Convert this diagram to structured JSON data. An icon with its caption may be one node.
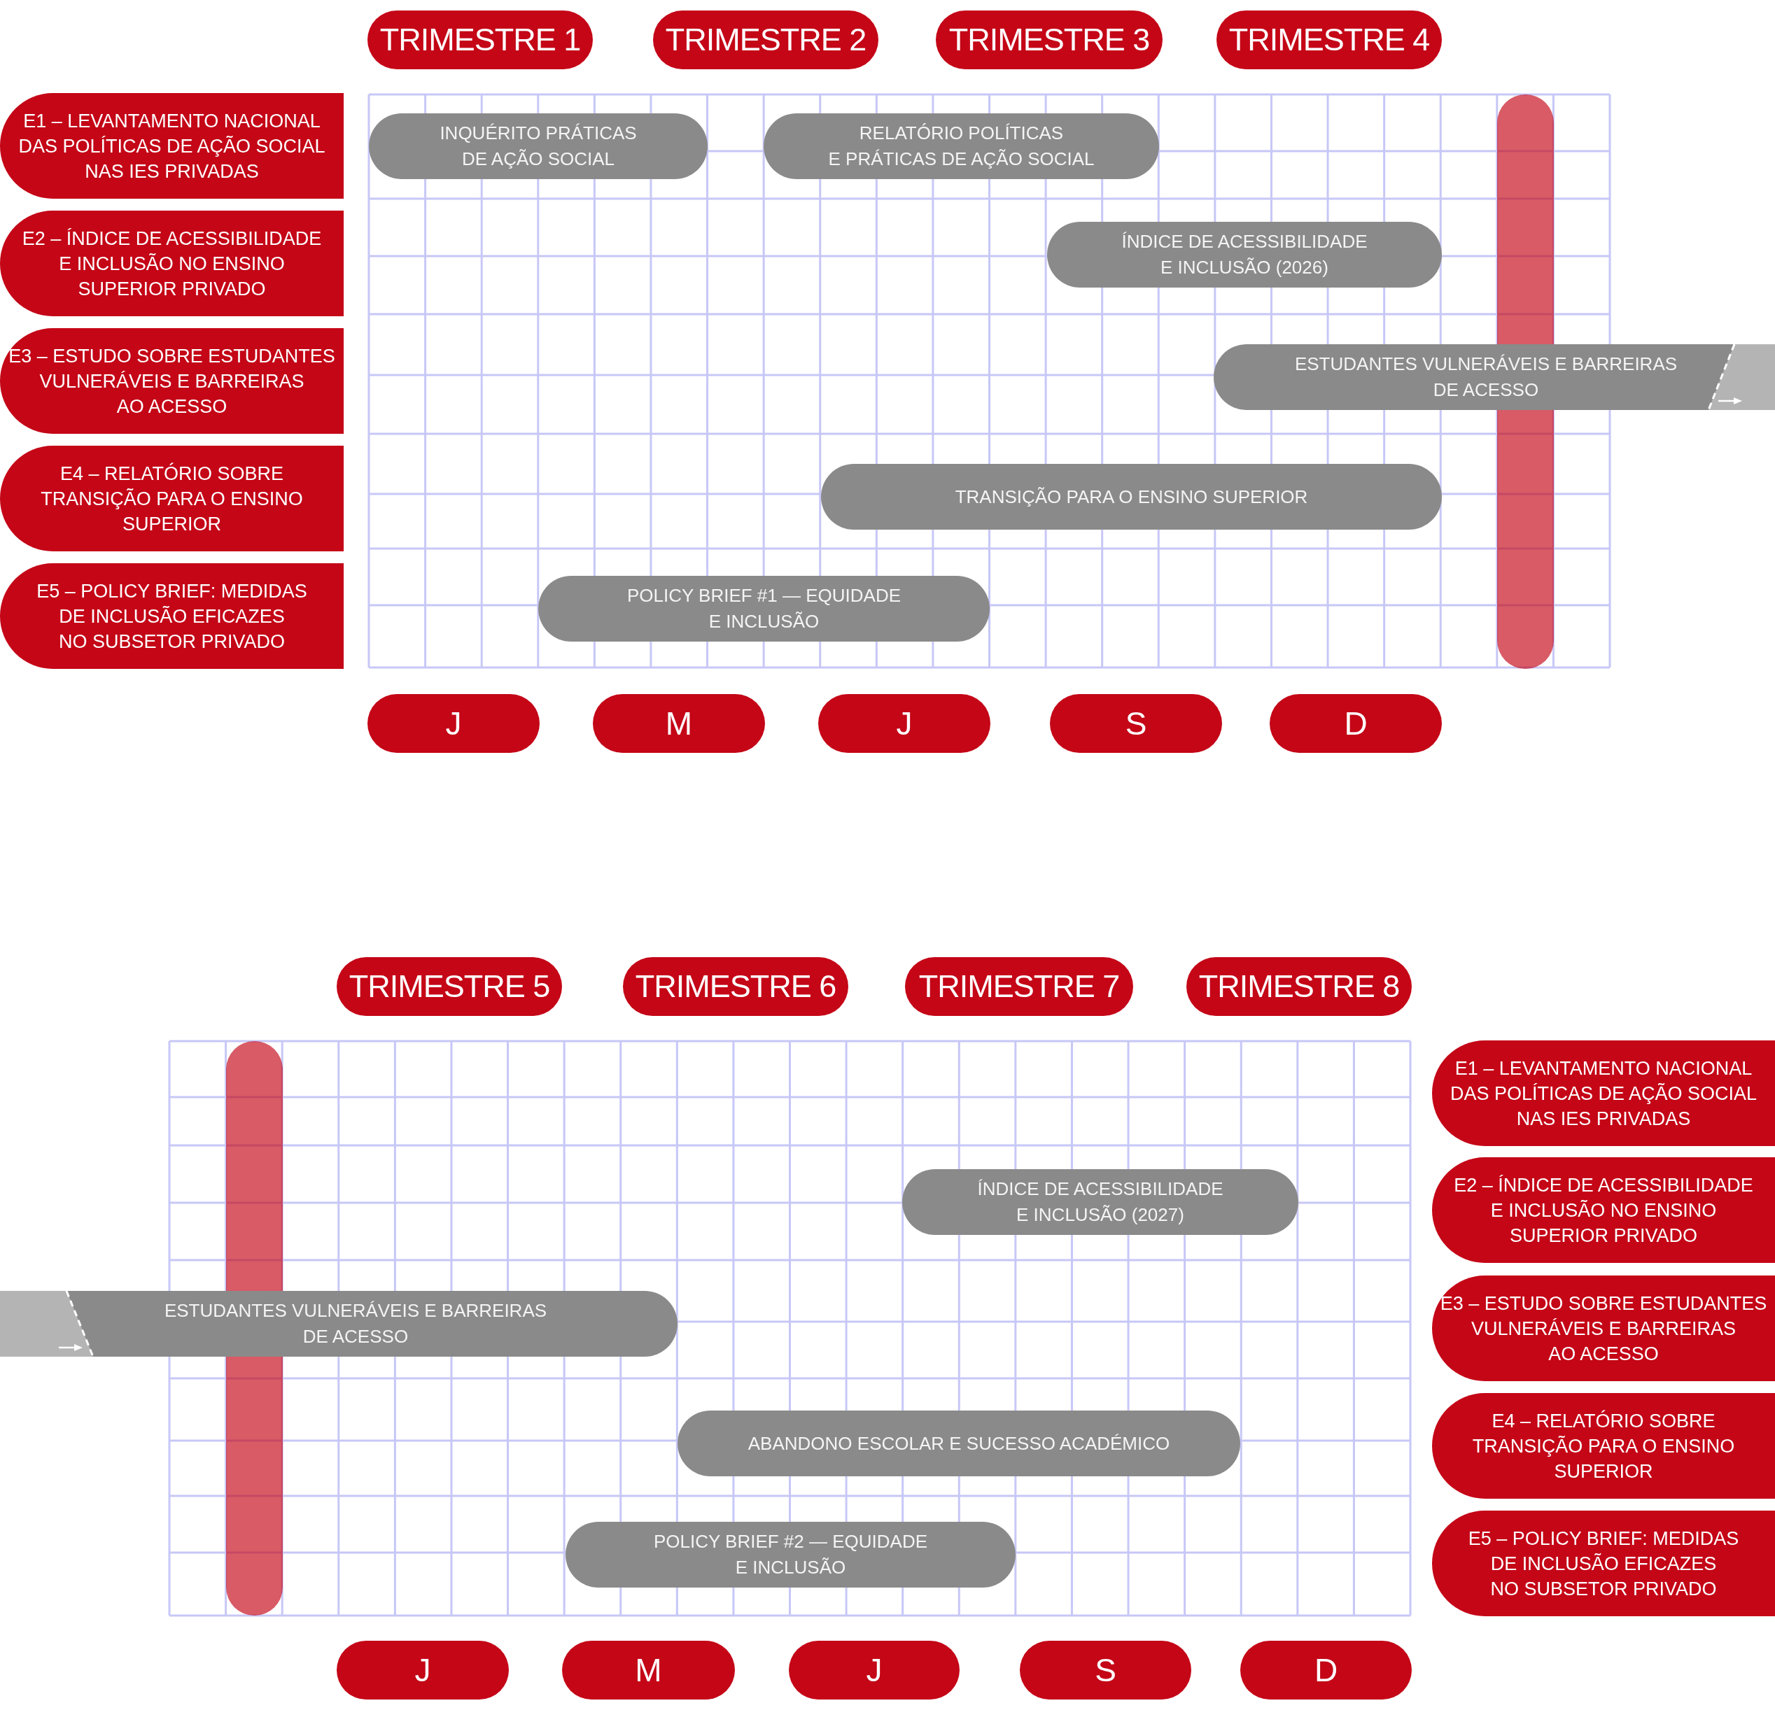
{
  "diagram": {
    "nodes": [
      {
        "text": [
          "TRIMESTRE 1"
        ]
      },
      {
        "text": [
          "TRIMESTRE 2"
        ]
      },
      {
        "text": [
          "TRIMESTRE 3"
        ]
      },
      {
        "text": [
          "TRIMESTRE 4"
        ]
      },
      {
        "text": [
          "E1 – LEVANTAMENTO NACIONAL DAS POLÍTICAS DE AÇÃO SOCIAL NAS IES PRIVADAS"
        ]
      },
      {
        "text": [
          "E2 – ÍNDICE DE ACESSIBILIDADE E INCLUSÃO NO ENSINO SUPERIOR PRIVADO"
        ]
      },
      {
        "text": [
          "E3 – ESTUDO SOBRE ESTUDANTES VULNERÁVEIS E BARREIRAS AO ACESSO"
        ]
      },
      {
        "text": [
          "E4 – RELATÓRIO SOBRE TRANSIÇÃO PARA O ENSINO SUPERIOR"
        ]
      },
      {
        "text": [
          "E5 – POLICY BRIEF: MEDIDAS DE INCLUSÃO EFICAZES NO SUBSETOR PRIVADO"
        ]
      },
      {
        "text": [
          "INQUÉRITO PRÁTICAS DE AÇÃO SOCIAL"
        ]
      },
      {
        "text": [
          "RELATÓRIO POLÍTICAS E PRÁTICAS DE AÇÃO SOCIAL"
        ]
      },
      {
        "text": [
          "ÍNDICE DE ACESSIBILIDADE E INCLUSÃO (2026)"
        ]
      },
      {
        "text": [
          "ESTUDANTES VULNERÁVEIS E BARREIRAS DE ACESSO"
        ]
      },
      {
        "text": [
          "TRANSIÇÃO PARA O ENSINO SUPERIOR"
        ]
      },
      {
        "text": [
          "POLICY BRIEF #1 — EQUIDADE E INCLUSÃO"
        ]
      },
      {
        "text": [],
        "shape": "bar"
      },
      {
        "text": [
          "J"
        ]
      },
      {
        "text": [
          "M"
        ]
      },
      {
        "text": [
          "J"
        ]
      },
      {
        "text": [
          "S"
        ]
      },
      {
        "text": [
          "D"
        ]
      },
      {
        "text": [
          "TRIMESTRE 5"
        ]
      },
      {
        "text": [
          "TRIMESTRE 6"
        ]
      },
      {
        "text": [
          "TRIMESTRE 7"
        ]
      },
      {
        "text": [
          "TRIMESTRE 8"
        ]
      },
      {
        "text": [],
        "shape": "bar"
      },
      {
        "text": [
          "ÍNDICE DE ACESSIBILIDADE E INCLUSÃO (2027)"
        ]
      },
      {
        "text": [
          "ESTUDANTES VULNERÁVEIS E BARREIRAS DE ACESSO"
        ]
      },
      {
        "text": [
          "ABANDONO ESCOLAR E SUCESSO ACADÉMICO"
        ]
      },
      {
        "text": [
          "POLICY BRIEF #2 — EQUIDADE E INCLUSÃO"
        ]
      },
      {
        "text": [
          "E1 – LEVANTAMENTO NACIONAL DAS POLÍTICAS DE AÇÃO SOCIAL NAS IES PRIVADAS"
        ]
      },
      {
        "text": [
          "E2 – ÍNDICE DE ACESSIBILIDADE E INCLUSÃO NO ENSINO SUPERIOR PRIVADO"
        ]
      },
      {
        "text": [
          "E3 – ESTUDO SOBRE ESTUDANTES VULNERÁVEIS E BARREIRAS AO ACESSO"
        ]
      },
      {
        "text": [
          "E4 – RELATÓRIO SOBRE TRANSIÇÃO PARA O ENSINO SUPERIOR"
        ]
      },
      {
        "text": [
          "E5 – POLICY BRIEF: MEDIDAS DE INCLUSÃO EFICAZES NO SUBSETOR PRIVADO"
        ]
      },
      {
        "text": [
          "J"
        ]
      },
      {
        "text": [
          "M"
        ]
      },
      {
        "text": [
          "J"
        ]
      },
      {
        "text": [
          "S"
        ]
      },
      {
        "text": [
          "D"
        ]
      }
    ]
  }
}
